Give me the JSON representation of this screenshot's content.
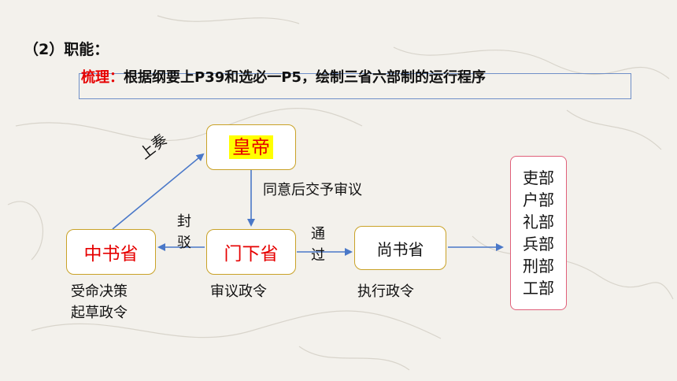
{
  "heading": "（2）职能：",
  "task": {
    "lead": "梳理：",
    "text": "根据纲要上P39和选必一P5，绘制三省六部制的运行程序"
  },
  "nodes": {
    "emperor": "皇帝",
    "zhongshu": "中书省",
    "menxia": "门下省",
    "shangshu": "尚书省"
  },
  "edges": {
    "memorial": "上奏",
    "consent": "同意后交予审议",
    "reject": "封驳",
    "pass": "通过"
  },
  "roles": {
    "zhongshu": [
      "受命决策",
      "起草政令"
    ],
    "menxia": "审议政令",
    "shangshu": "执行政令"
  },
  "ministries": [
    "吏部",
    "户部",
    "礼部",
    "兵部",
    "刑部",
    "工部"
  ],
  "colors": {
    "highlight_red": "#e60000",
    "emperor_bg": "#ffff00",
    "arrow": "#4a78c8",
    "box_border": "#c9a227",
    "ministry_border": "#e0607a"
  }
}
